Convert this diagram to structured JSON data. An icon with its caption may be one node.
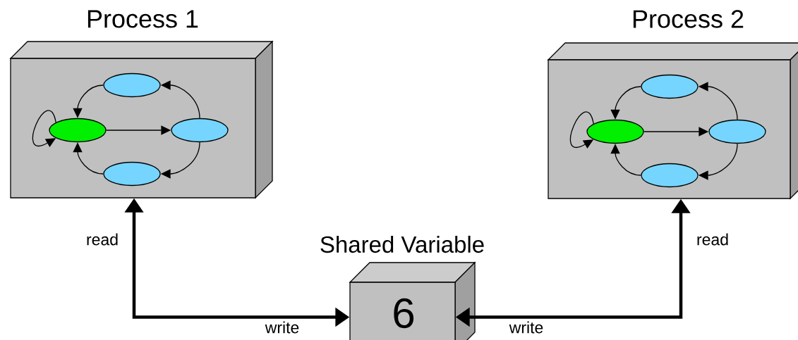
{
  "diagram": {
    "nodes": [
      {
        "text": [
          "Process 1"
        ]
      },
      {
        "text": [],
        "shape": "ellipse",
        "in": 0
      },
      {
        "text": [],
        "shape": "ellipse",
        "in": 0
      },
      {
        "text": [],
        "shape": "ellipse",
        "in": 0
      },
      {
        "text": [],
        "shape": "ellipse",
        "in": 0
      },
      {
        "text": [
          "Process 2"
        ]
      },
      {
        "text": [],
        "shape": "ellipse",
        "in": 5
      },
      {
        "text": [],
        "shape": "ellipse",
        "in": 5
      },
      {
        "text": [],
        "shape": "ellipse",
        "in": 5
      },
      {
        "text": [],
        "shape": "ellipse",
        "in": 5
      },
      {
        "text": [
          "Shared Variable",
          "6"
        ]
      }
    ],
    "edges": [
      {
        "from": 10,
        "to": 0,
        "arrow": "both",
        "label": "read",
        "style": "thick"
      },
      {
        "from": 10,
        "to": 5,
        "arrow": "both",
        "label": "read",
        "style": "thick"
      },
      {
        "from": 1,
        "to": 3,
        "arrow": "to"
      },
      {
        "from": 3,
        "to": 2,
        "arrow": "to"
      },
      {
        "from": 2,
        "to": 1,
        "arrow": "to"
      },
      {
        "from": 3,
        "to": 4,
        "arrow": "to"
      },
      {
        "from": 4,
        "to": 1,
        "arrow": "to"
      },
      {
        "from": 1,
        "to": 1,
        "arrow": "to"
      },
      {
        "from": 6,
        "to": 8,
        "arrow": "to"
      },
      {
        "from": 8,
        "to": 7,
        "arrow": "to"
      },
      {
        "from": 7,
        "to": 6,
        "arrow": "to"
      },
      {
        "from": 8,
        "to": 9,
        "arrow": "to"
      },
      {
        "from": 9,
        "to": 6,
        "arrow": "to"
      },
      {
        "from": 6,
        "to": 6,
        "arrow": "to"
      }
    ],
    "labels": [
      "write",
      "write"
    ]
  }
}
